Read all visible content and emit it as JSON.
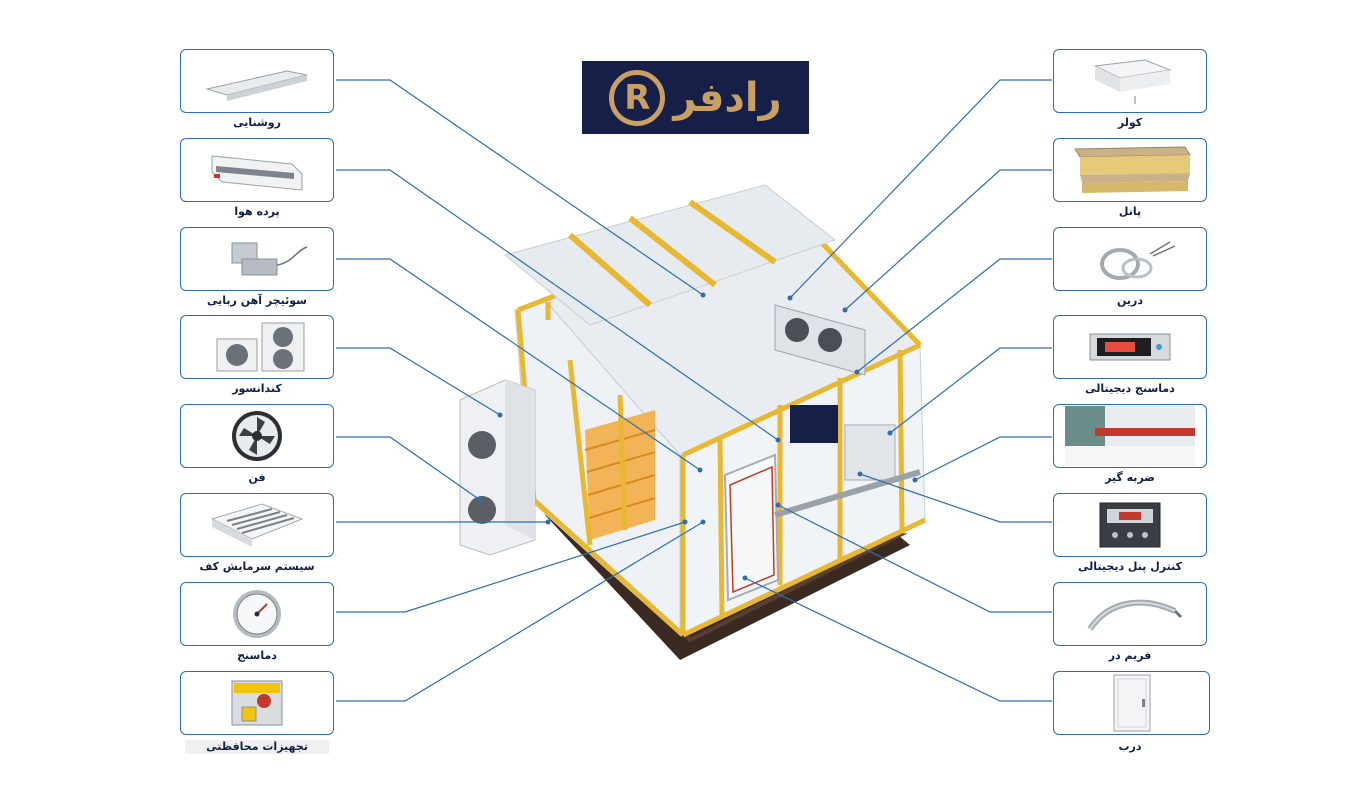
{
  "brand": {
    "mark": "R",
    "name": "رادفر"
  },
  "left_items": [
    {
      "key": "lighting",
      "label": "روشنایی",
      "icon": "light-fixture-icon"
    },
    {
      "key": "air-curtain",
      "label": "پرده هوا",
      "icon": "air-curtain-icon"
    },
    {
      "key": "magnetic-switch",
      "label": "سوئیچر آهن ربایی",
      "icon": "magnetic-switch-icon"
    },
    {
      "key": "condenser",
      "label": "کندانسور",
      "icon": "condenser-icon"
    },
    {
      "key": "fan",
      "label": "فن",
      "icon": "fan-icon"
    },
    {
      "key": "floor-cooling",
      "label": "سیستم سرمایش کف",
      "icon": "floor-cooling-icon"
    },
    {
      "key": "pressure-gauge",
      "label": "دماسنج",
      "icon": "pressure-gauge-icon"
    },
    {
      "key": "safety-equipment",
      "label": "تجهیزات محافظتی",
      "icon": "safety-equipment-icon"
    }
  ],
  "right_items": [
    {
      "key": "cooler",
      "label": "کولر",
      "icon": "cooler-icon"
    },
    {
      "key": "panel",
      "label": "پانل",
      "icon": "panel-icon"
    },
    {
      "key": "drain",
      "label": "درین",
      "icon": "drain-heater-icon"
    },
    {
      "key": "digital-thermometer",
      "label": "دماسنج دیجیتالی",
      "icon": "digital-thermometer-icon"
    },
    {
      "key": "bumper",
      "label": "ضربه گیر",
      "icon": "bumper-icon"
    },
    {
      "key": "digital-control-panel",
      "label": "کنترل پنل دیجیتالی",
      "icon": "control-panel-icon"
    },
    {
      "key": "door-frame",
      "label": "فریم در",
      "icon": "door-frame-icon"
    },
    {
      "key": "door",
      "label": "درب",
      "icon": "door-icon"
    }
  ],
  "colors": {
    "navy": "#161f47",
    "gold": "#c9a064",
    "connector_blue": "#2f6db0",
    "label_text": "#0f1f4a",
    "frame_yellow": "#e8b832",
    "panel_white": "#eef2f6"
  }
}
